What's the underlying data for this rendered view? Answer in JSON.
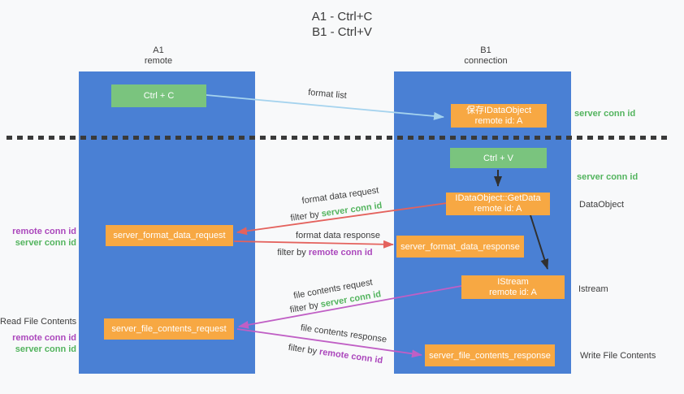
{
  "title": {
    "line1": "A1 - Ctrl+C",
    "line2": "B1 - Ctrl+V"
  },
  "lanes": {
    "left": {
      "title": "A1",
      "subtitle": "remote"
    },
    "right": {
      "title": "B1",
      "subtitle": "connection"
    }
  },
  "nodes": {
    "ctrl_c": {
      "label": "Ctrl + C"
    },
    "save_idataobject": {
      "line1": "保存IDataObject",
      "line2": "remote id: A"
    },
    "ctrl_v": {
      "label": "Ctrl + V"
    },
    "idataobject_getdata": {
      "line1": "IDataObject::GetData",
      "line2": "remote id: A"
    },
    "server_format_data_request": {
      "label": "server_format_data_request"
    },
    "server_format_data_response": {
      "label": "server_format_data_response"
    },
    "istream": {
      "line1": "IStream",
      "line2": "remote id: A"
    },
    "server_file_contents_request": {
      "label": "server_file_contents_request"
    },
    "server_file_contents_response": {
      "label": "server_file_contents_response"
    }
  },
  "edges": {
    "format_list": "format list",
    "format_data_request": "format data request",
    "format_data_response": "format data response",
    "file_contents_request": "file contents request",
    "file_contents_response": "file contents response",
    "filter_by": "filter by",
    "server_conn_id": "server conn id",
    "remote_conn_id": "remote conn id"
  },
  "annotations": {
    "right": {
      "server_conn_id_top": "server conn id",
      "server_conn_id_mid": "server conn id",
      "dataobject": "DataObject",
      "istream": "Istream",
      "write_file_contents": "Write File Contents"
    },
    "left": {
      "remote_conn_id_mid": "remote conn id",
      "server_conn_id_mid": "server conn id",
      "read_file_contents": "Read File Contents",
      "remote_conn_id_bottom": "remote conn id",
      "server_conn_id_bottom": "server conn id"
    }
  },
  "colors": {
    "lane_blue": "#4a80d4",
    "node_green": "#7ac47e",
    "node_orange": "#f7a843",
    "arrow_light_blue": "#a5d3ee",
    "arrow_red": "#e4625d",
    "arrow_magenta": "#c05fc5",
    "arrow_black": "#303030",
    "text_green": "#53b45e",
    "text_purple": "#ab47bc",
    "text_dark": "#3c3c3c",
    "background": "#f8f9fa"
  }
}
